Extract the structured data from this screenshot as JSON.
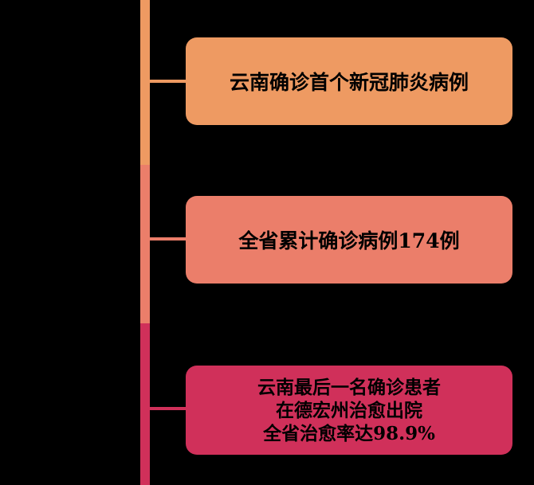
{
  "colors": {
    "background": "#000000",
    "stage1": "#EE9A62",
    "stage2": "#EB7E6A",
    "stage3": "#D0305A",
    "text": "#000000"
  },
  "timeline": {
    "events": [
      {
        "text": "云南确诊首个新冠肺炎病例"
      },
      {
        "text": "全省累计确诊病例174例"
      },
      {
        "lines": [
          "云南最后一名确诊患者",
          "在德宏州治愈出院",
          "全省治愈率达98.9%"
        ]
      }
    ]
  }
}
